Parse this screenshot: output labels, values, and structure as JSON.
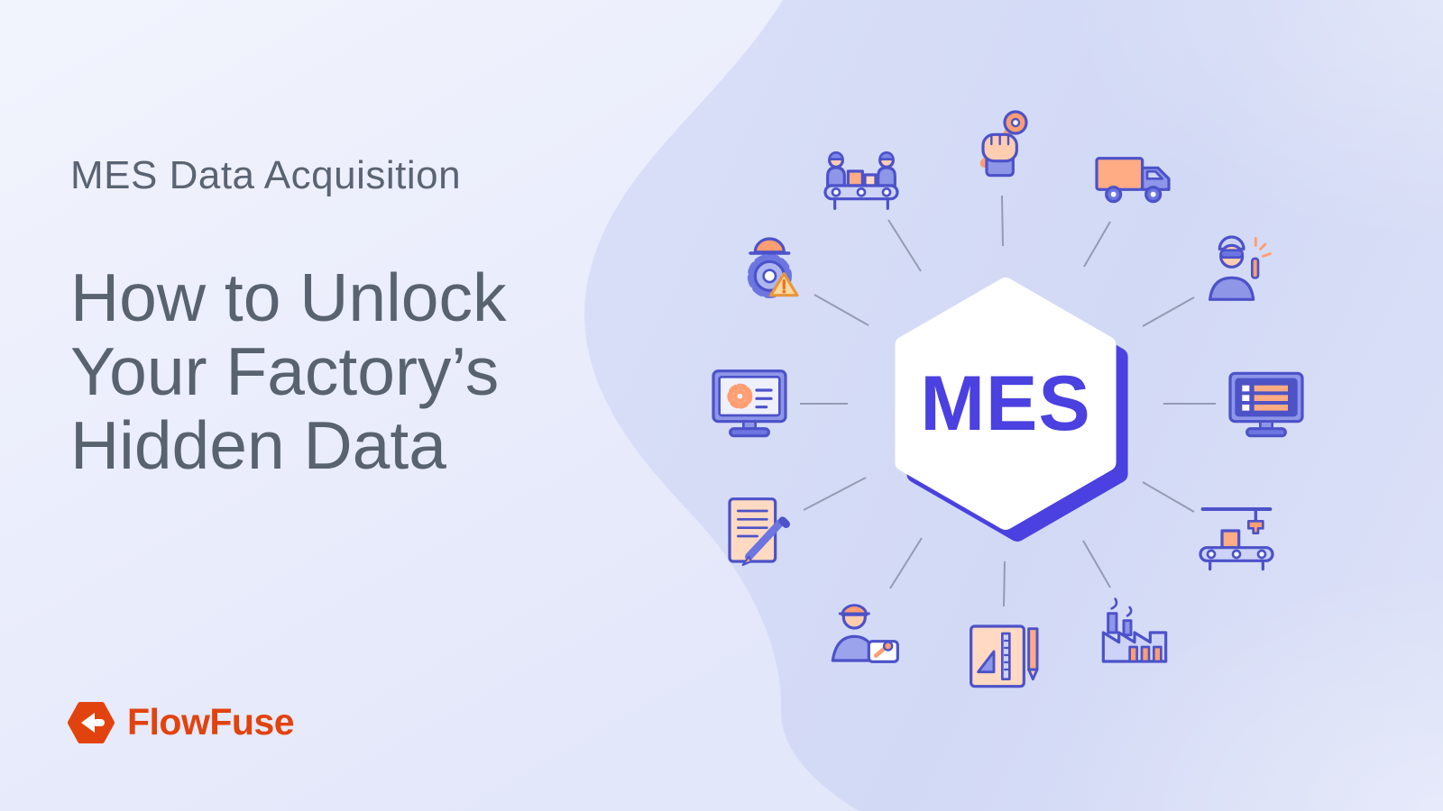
{
  "hero": {
    "eyebrow": "MES Data Acquisition",
    "title_lines": [
      "How to Unlock",
      "Your Factory’s",
      "Hidden Data"
    ]
  },
  "brand": {
    "name": "FlowFuse"
  },
  "diagram": {
    "hub_label": "MES",
    "nodes": [
      {
        "name": "assembly-workers-conveyor-icon"
      },
      {
        "name": "hand-holding-wrench-icon"
      },
      {
        "name": "delivery-truck-icon"
      },
      {
        "name": "welder-icon"
      },
      {
        "name": "checklist-monitor-icon"
      },
      {
        "name": "robotic-conveyor-icon"
      },
      {
        "name": "factory-icon"
      },
      {
        "name": "drafting-tools-icon"
      },
      {
        "name": "engineer-wrench-icon"
      },
      {
        "name": "document-pen-icon"
      },
      {
        "name": "monitor-gear-icon"
      },
      {
        "name": "gear-helmet-warning-icon"
      }
    ]
  },
  "colors": {
    "accent_indigo": "#4a41e0",
    "icon_line_indigo": "#4c52c9",
    "icon_salmon": "#ff9e72",
    "brand_orange": "#e2430e",
    "heading_gray": "#59626f",
    "background_periwinkle": "#d5dbf6"
  }
}
